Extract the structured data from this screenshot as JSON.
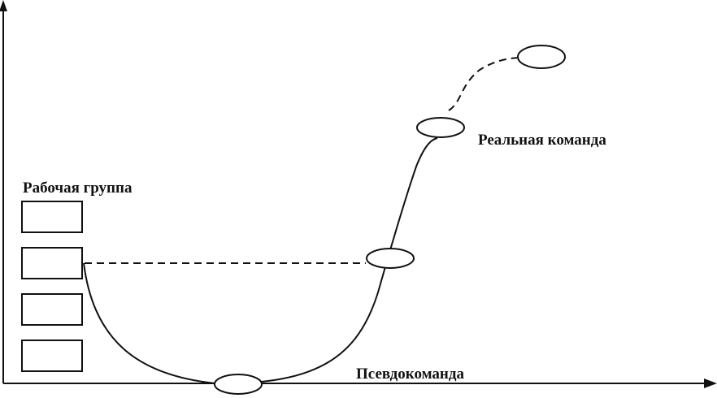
{
  "labels": {
    "working_group": "Рабочая группа",
    "real_team": "Реальная команда",
    "pseudo_team": "Псевдокоманда"
  },
  "colors": {
    "stroke": "#111111",
    "fill": "#ffffff"
  }
}
